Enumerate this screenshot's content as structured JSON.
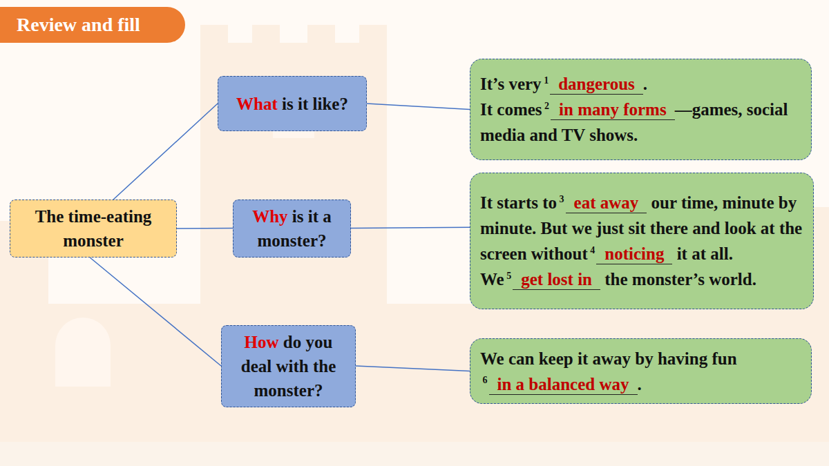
{
  "diagram": {
    "title": "Review and fill",
    "nodes": [
      {
        "text": [
          "The time-eating monster"
        ]
      },
      {
        "text": [
          "What is it like?"
        ]
      },
      {
        "text": [
          "It’s very",
          "1",
          "dangerous",
          ".",
          "It comes",
          "2",
          "in many forms",
          "—games, social media and TV shows."
        ]
      },
      {
        "text": [
          "Why is it a monster?"
        ]
      },
      {
        "text": [
          "It starts to",
          "3",
          "eat away",
          "our time, minute by minute. But we just sit there and look at the screen without",
          "4",
          "noticing",
          "it at all.",
          "We",
          "5",
          "get lost in",
          "the monster’s world."
        ]
      },
      {
        "text": [
          "How do you deal with the monster?"
        ]
      },
      {
        "text": [
          "We can keep it away by having fun",
          "6",
          "in a balanced way",
          "."
        ]
      }
    ],
    "edges": [
      {
        "from": 0,
        "to": 1,
        "arrow": "none"
      },
      {
        "from": 0,
        "to": 3,
        "arrow": "none"
      },
      {
        "from": 0,
        "to": 5,
        "arrow": "none"
      },
      {
        "from": 1,
        "to": 2,
        "arrow": "none"
      },
      {
        "from": 3,
        "to": 4,
        "arrow": "none"
      },
      {
        "from": 5,
        "to": 6,
        "arrow": "none"
      }
    ]
  }
}
